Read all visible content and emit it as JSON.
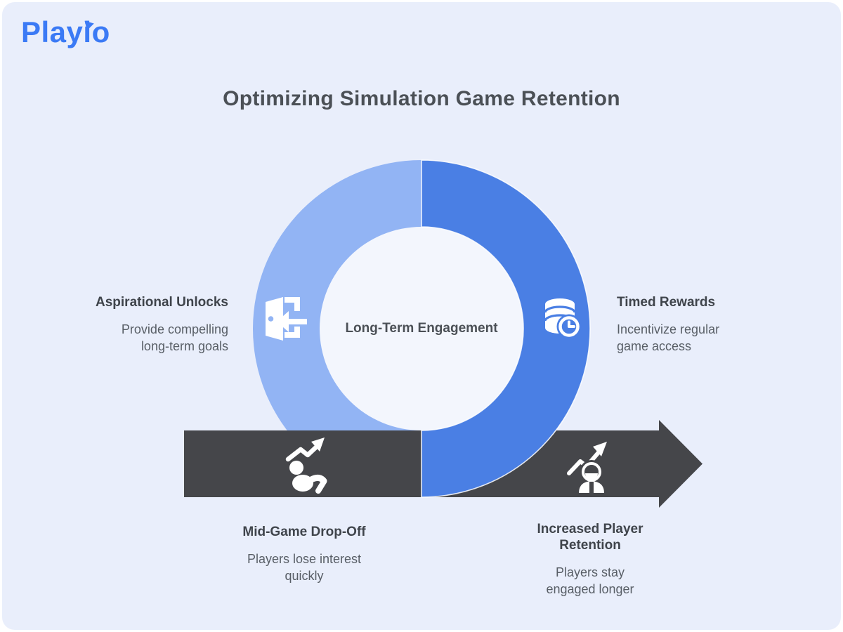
{
  "logo": {
    "text": "Playio",
    "color": "#3b7af5"
  },
  "title": "Optimizing Simulation Game Retention",
  "cycle": {
    "center_label": "Long-Term Engagement",
    "left_segment_color": "#92b4f4",
    "right_segment_color": "#4a7fe4",
    "hole_color": "#f3f6fd",
    "left": {
      "icon": "door-enter-icon",
      "heading": "Aspirational Unlocks",
      "body": "Provide compelling\nlong-term goals"
    },
    "right": {
      "icon": "timed-coins-clock-icon",
      "heading": "Timed Rewards",
      "body": "Incentivize regular\ngame access"
    }
  },
  "arrow": {
    "color": "#45464a",
    "start": {
      "icon": "falling-player-icon",
      "heading": "Mid-Game Drop-Off",
      "body": "Players lose interest\nquickly"
    },
    "end": {
      "icon": "player-growth-icon",
      "heading": "Increased Player\nRetention",
      "body": "Players stay\nengaged longer"
    }
  }
}
